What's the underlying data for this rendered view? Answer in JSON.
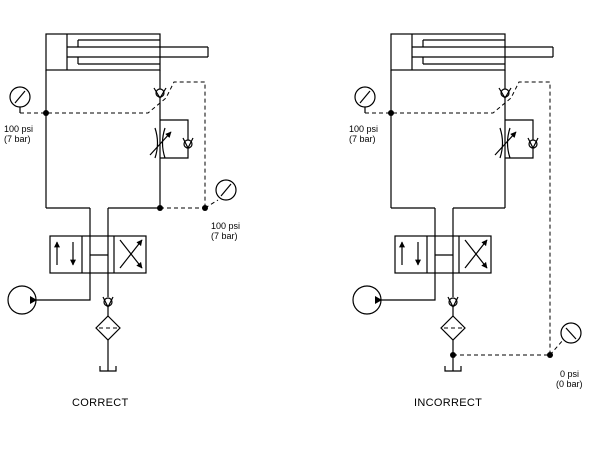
{
  "circuits": [
    {
      "caption": "CORRECT",
      "gauge_top_label": [
        "100 psi",
        "(7 bar)"
      ],
      "gauge_second_label": [
        "100 psi",
        "(7 bar)"
      ]
    },
    {
      "caption": "INCORRECT",
      "gauge_top_label": [
        "100 psi",
        "(7 bar)"
      ],
      "gauge_second_label": [
        "0 psi",
        "(0 bar)"
      ]
    }
  ]
}
